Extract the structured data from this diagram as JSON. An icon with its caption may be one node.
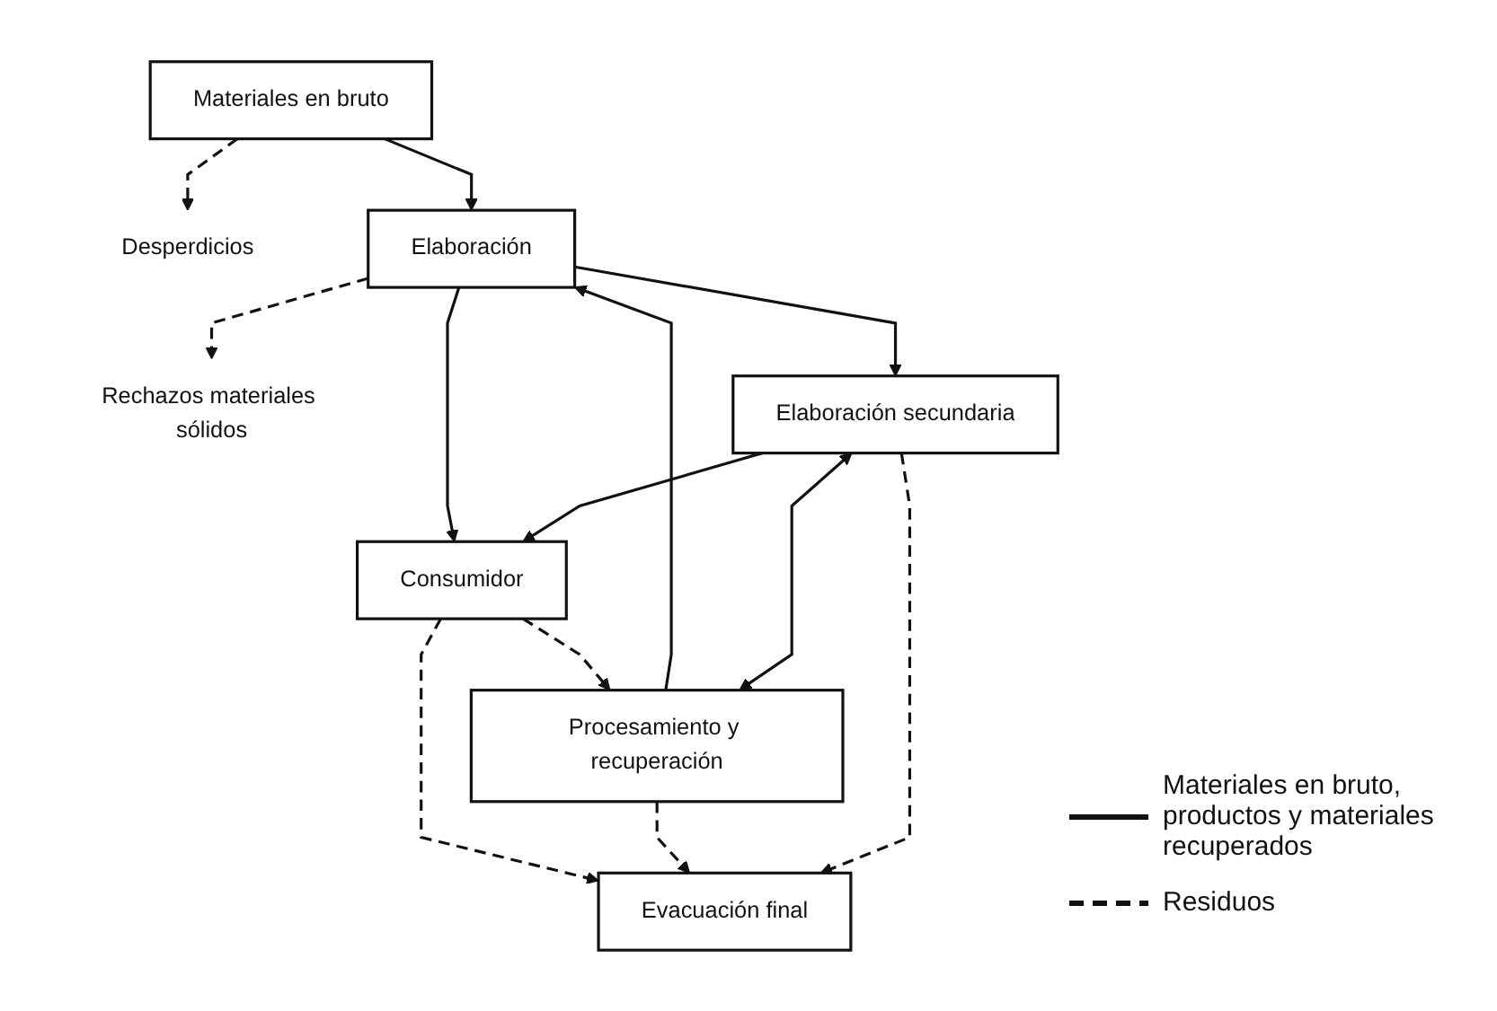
{
  "diagram": {
    "nodes": [
      {
        "text": [
          "Materiales en bruto"
        ]
      },
      {
        "text": [
          "Desperdicios"
        ]
      },
      {
        "text": [
          "Elaboración"
        ]
      },
      {
        "text": [
          "Rechazos materiales sólidos"
        ]
      },
      {
        "text": [
          "Procesamiento y recuperación"
        ]
      },
      {
        "text": [
          "Elaboración secundaria"
        ]
      },
      {
        "text": [
          "Consumidor"
        ]
      },
      {
        "text": [
          "Evacuación final"
        ]
      }
    ],
    "edges": [
      {
        "from": 0,
        "to": 1,
        "arrow": "to",
        "style": "dashed"
      },
      {
        "from": 0,
        "to": 2,
        "arrow": "to"
      },
      {
        "from": 2,
        "to": 3,
        "arrow": "to",
        "style": "dashed"
      },
      {
        "from": 4,
        "to": 2,
        "arrow": "to"
      },
      {
        "from": 2,
        "to": 5,
        "arrow": "to"
      },
      {
        "from": 4,
        "to": 5,
        "arrow": "both"
      },
      {
        "from": 2,
        "to": 6,
        "arrow": "to"
      },
      {
        "from": 5,
        "to": 6,
        "arrow": "to"
      },
      {
        "from": 6,
        "to": 4,
        "arrow": "to",
        "style": "dashed"
      },
      {
        "from": 6,
        "to": 7,
        "arrow": "to",
        "style": "dashed"
      },
      {
        "from": 4,
        "to": 7,
        "arrow": "to",
        "style": "dashed"
      },
      {
        "from": 5,
        "to": 7,
        "arrow": "to",
        "style": "dashed"
      }
    ],
    "legend": [
      {
        "text": "Materiales en bruto, productos y materiales recuperados"
      },
      {
        "text": "Residuos"
      }
    ]
  }
}
